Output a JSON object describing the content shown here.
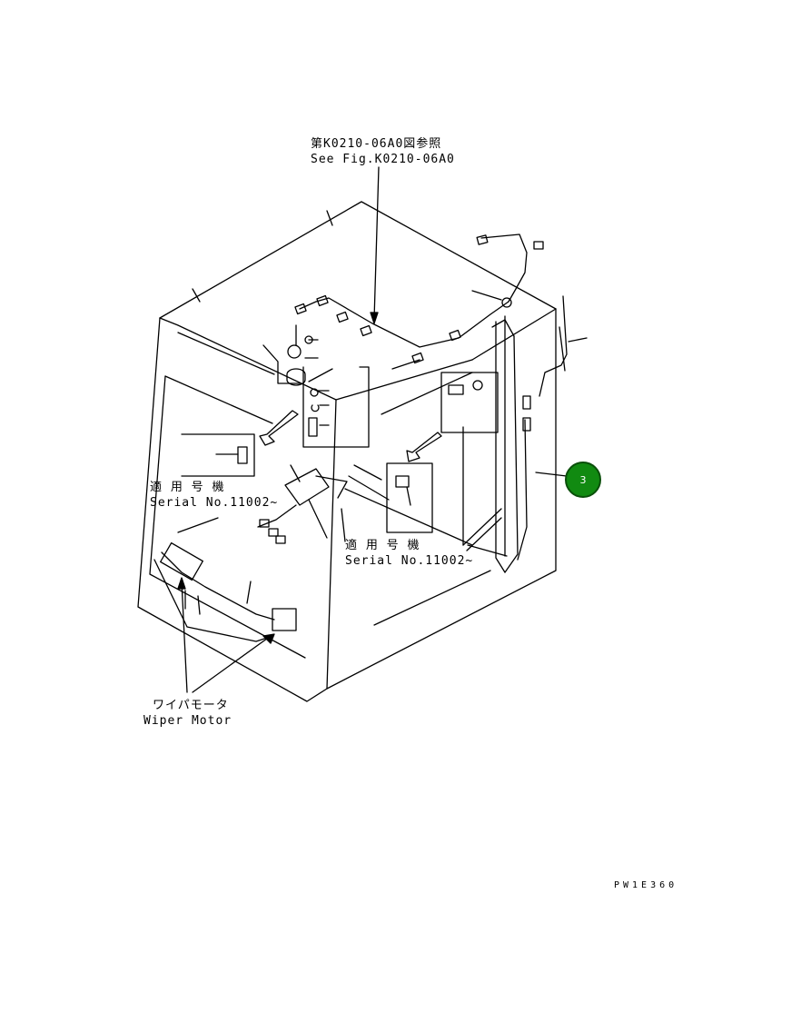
{
  "labels": {
    "ref_jp": "第K0210-06A0図参照",
    "ref_en": "See Fig.K0210-06A0",
    "serial_jp_left": "適 用 号 機",
    "serial_en_left": "Serial No.11002~",
    "serial_jp_right": "適 用 号 機",
    "serial_en_right": "Serial No.11002~",
    "wiper_jp": "ワイパモータ",
    "wiper_en": "Wiper Motor"
  },
  "callout": {
    "number": "3",
    "color": "#118a11"
  },
  "drawing_number": "PW1E360"
}
